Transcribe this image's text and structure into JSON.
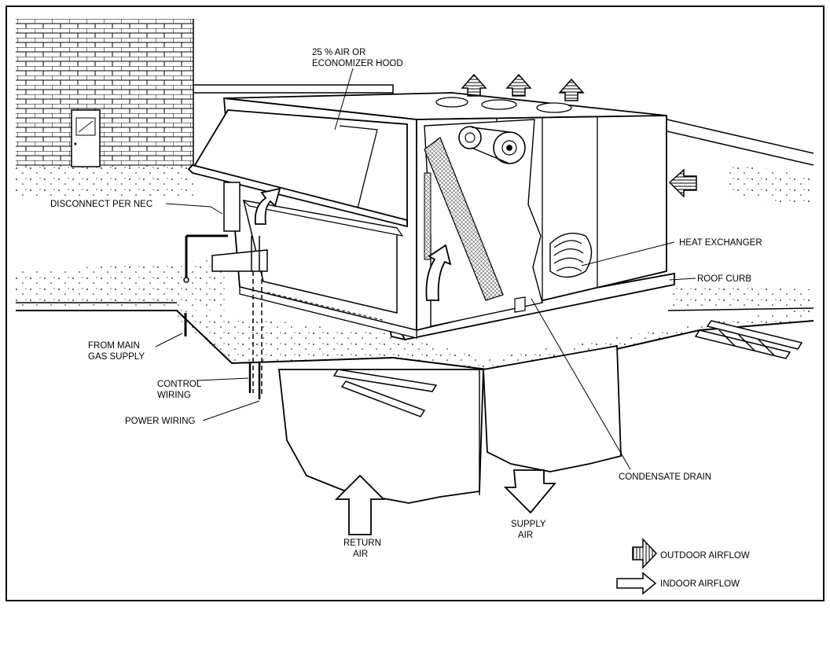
{
  "labels": {
    "hood_line1": "25 % AIR OR",
    "hood_line2": "ECONOMIZER HOOD",
    "disconnect": "DISCONNECT PER NEC",
    "heat_exchanger": "HEAT EXCHANGER",
    "roof_curb": "ROOF CURB",
    "gas_line1": "FROM MAIN",
    "gas_line2": "GAS SUPPLY",
    "control_line1": "CONTROL",
    "control_line2": "WIRING",
    "power_wiring": "POWER WIRING",
    "condensate_drain": "CONDENSATE DRAIN",
    "return_line1": "RETURN",
    "return_line2": "AIR",
    "supply_line1": "SUPPLY",
    "supply_line2": "AIR"
  },
  "legend": {
    "outdoor_airflow": "OUTDOOR AIRFLOW",
    "indoor_airflow": "INDOOR AIRFLOW"
  }
}
